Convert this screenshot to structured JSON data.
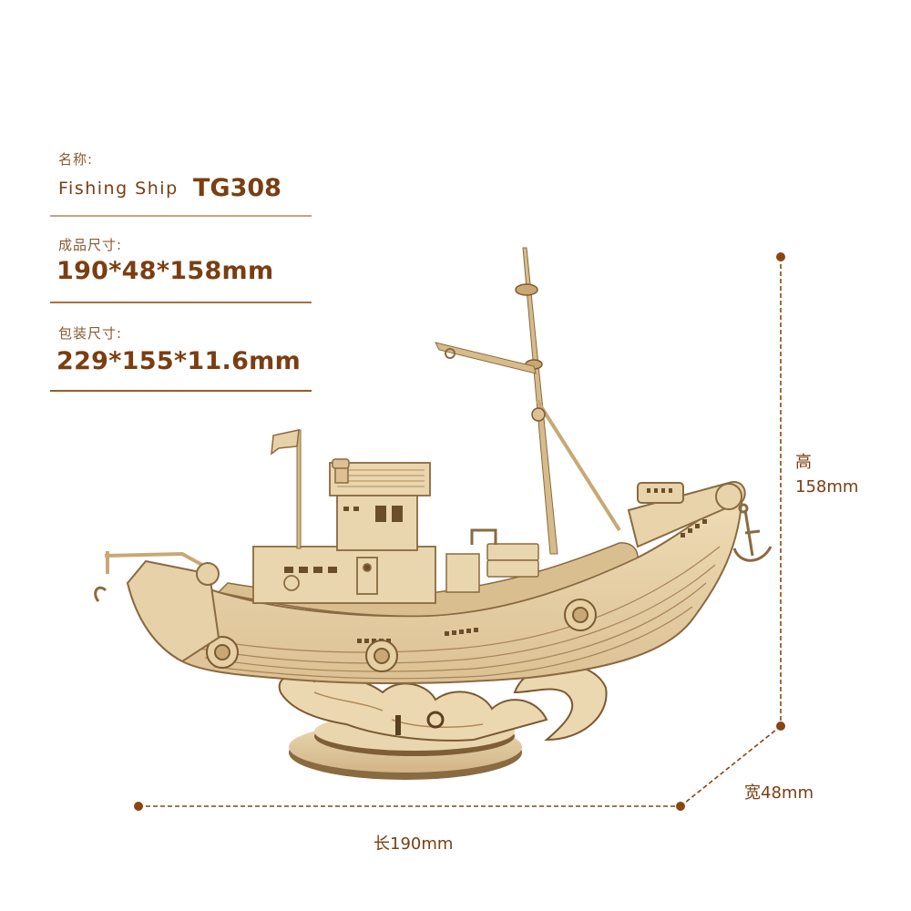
{
  "specs": {
    "name_label": "名称:",
    "name_en": "Fishing Ship",
    "model_code": "TG308",
    "finished_size_label": "成品尺寸:",
    "finished_size_value": "190*48*158mm",
    "package_size_label": "包装尺寸:",
    "package_size_value": "229*155*11.6mm"
  },
  "dimensions": {
    "height_label": "高",
    "height_value": "158mm",
    "width_label": "宽48mm",
    "length_label": "长190mm"
  },
  "colors": {
    "accent": "#8b4513",
    "text": "#7a3e12",
    "rule_light": "#c4a57f",
    "rule_dark": "#9a5a2a",
    "wood_light": "#e9d6b0",
    "wood_mid": "#d6bb8c",
    "wood_dark": "#8a6a40"
  },
  "product_image": {
    "subject": "wooden 3D puzzle fishing ship model on wave stand"
  }
}
